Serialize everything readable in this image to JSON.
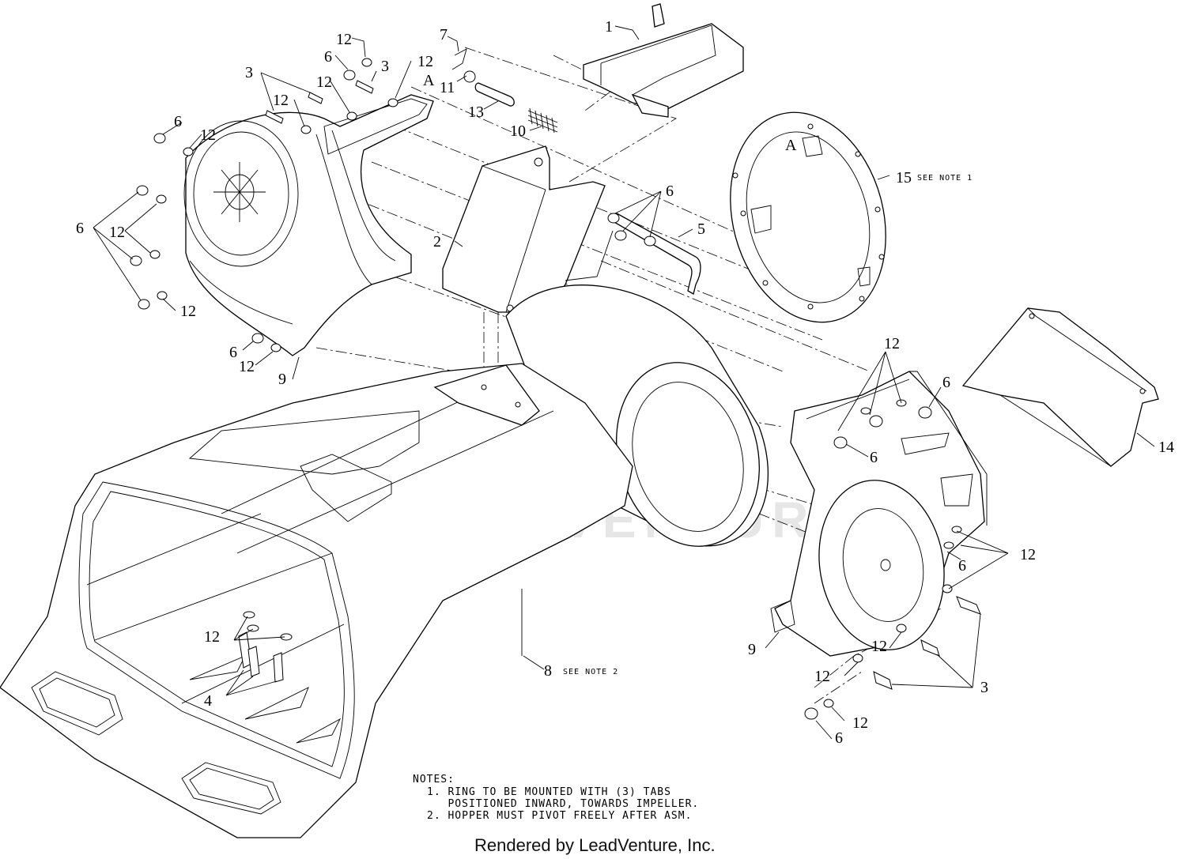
{
  "footer": {
    "rendered_by": "Rendered by LeadVenture, Inc."
  },
  "watermark": {
    "text": "LEADVENTURE"
  },
  "notes": {
    "heading": "NOTES:",
    "items": [
      "1. RING TO BE MOUNTED WITH (3) TABS",
      "   POSITIONED INWARD, TOWARDS IMPELLER.",
      "2. HOPPER MUST PIVOT FREELY AFTER ASM."
    ]
  },
  "callouts": {
    "c1": "1",
    "c2": "2",
    "c3a": "3",
    "c3b": "3",
    "c3c": "3",
    "c4": "4",
    "c5": "5",
    "c6a": "6",
    "c6b": "6",
    "c6c": "6",
    "c6d": "6",
    "c6e": "6",
    "c6f": "6",
    "c6g": "6",
    "c6h": "6",
    "c6i": "6",
    "c7": "7",
    "c8": "8",
    "c9a": "9",
    "c9b": "9",
    "c10": "10",
    "c11": "11",
    "c12a": "12",
    "c12b": "12",
    "c12c": "12",
    "c12d": "12",
    "c12e": "12",
    "c12f": "12",
    "c12g": "12",
    "c12h": "12",
    "c12i": "12",
    "c12j": "12",
    "c12k": "12",
    "c12l": "12",
    "c12m": "12",
    "c12n": "12",
    "c13": "13",
    "c14": "14",
    "c15": "15",
    "ref_a1": "A",
    "ref_a2": "A",
    "note1_ref": "SEE NOTE 1",
    "note2_ref": "SEE NOTE 2"
  }
}
